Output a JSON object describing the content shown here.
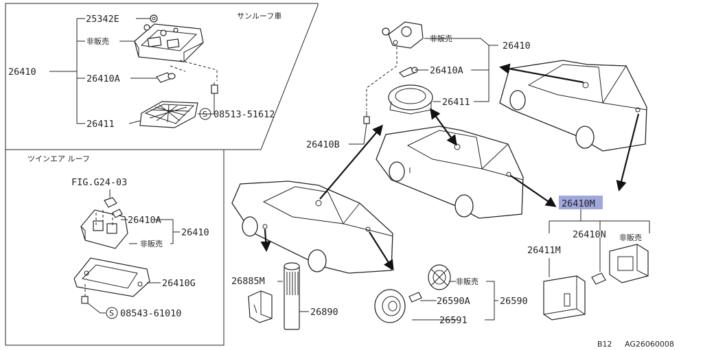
{
  "colors": {
    "highlight": "#9fa8de",
    "ink": "#222222",
    "paper": "#ffffff"
  },
  "panels": {
    "sunroof": {
      "title": "サンルーフ車",
      "labels": {
        "p25342e": "25342E",
        "not_for_sale": "非販売",
        "p26410": "26410",
        "p26410a": "26410A",
        "p26411": "26411",
        "screw_symbol": "S",
        "screw": "08513-51612"
      }
    },
    "twin_air": {
      "title": "ツインエア ルーフ",
      "labels": {
        "fig_ref": "FIG.G24-03",
        "p26410a": "26410A",
        "p26410": "26410",
        "not_for_sale": "非販売",
        "p26410g": "26410G",
        "screw_symbol": "S",
        "screw": "08543-61010"
      }
    }
  },
  "main": {
    "labels": {
      "not_for_sale_top": "非販売",
      "p26410_top": "26410",
      "p26410a_top": "26410A",
      "p26411_top": "26411",
      "p26410b": "26410B",
      "p26410m": "26410M",
      "p26411m": "26411M",
      "p26410n": "26410N",
      "not_for_sale_right": "非販売",
      "p26885m": "26885M",
      "p26890": "26890",
      "not_for_sale_bottom": "非販売",
      "p26590a": "26590A",
      "p26590": "26590",
      "p26591": "26591"
    }
  },
  "footer": {
    "page_code": "B12",
    "diagram_id": "AG26060008"
  }
}
